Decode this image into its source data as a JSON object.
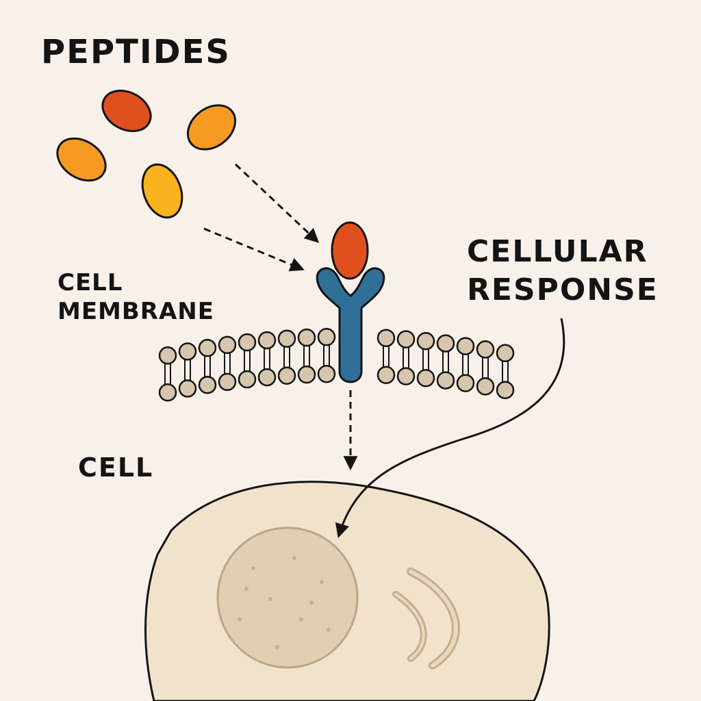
{
  "title": "PEPTIDES",
  "labels": {
    "cell_membrane": [
      "CELL",
      "MEMBRANE"
    ],
    "cellular_response": [
      "CELLULAR",
      "RESPONSE"
    ],
    "cell": "CELL"
  },
  "colors": {
    "background": "#f8f1ea",
    "peptide_red": "#e0501f",
    "peptide_orange": "#f79a24",
    "peptide_yellow": "#fab21f",
    "receptor": "#2f6f98",
    "lipid_head": "#d6c6ad",
    "cell_body": "#f1e2cc",
    "nucleus": "#e2ceb2",
    "outline": "#141414"
  },
  "icons": {
    "peptide": "peptide-ellipse",
    "receptor": "y-shaped-receptor",
    "membrane": "lipid-bilayer",
    "nucleus": "nucleus-circle"
  }
}
